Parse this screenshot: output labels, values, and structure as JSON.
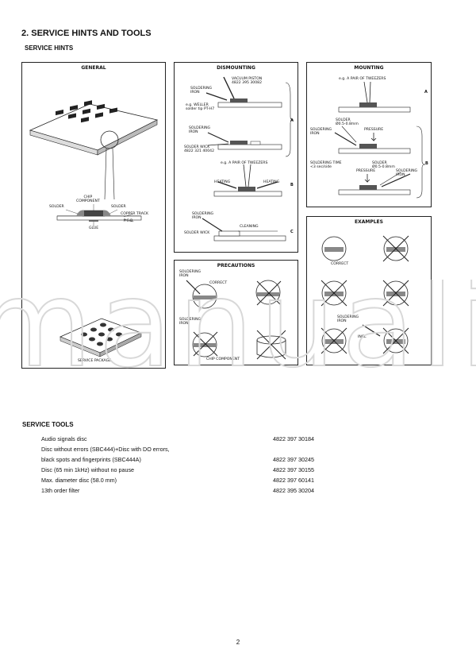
{
  "section_title": "2. SERVICE HINTS AND TOOLS",
  "hints_title": "SERVICE HINTS",
  "panels": {
    "general": {
      "title": "GENERAL",
      "labels": {
        "chip_component": "CHIP\nCOMPONENT",
        "solder_left": "SOLDER",
        "solder_right": "SOLDER",
        "copper_track": "COPPER TRACK",
        "pcb": "P.C.B.",
        "glue": "GLUE",
        "service_package": "SERVICE PACKAGE"
      }
    },
    "dismounting": {
      "title": "DISMOUNTING",
      "labels": {
        "vacuum_piston": "VACUUM PISTON\n4822 395 30082",
        "soldering_iron_1": "SOLDERING\nIRON",
        "weller": "e.g. WELLER\nsolder tip PT-H7",
        "soldering_iron_2": "SOLDERING\nIRON",
        "solder_wick_1": "SOLDER WICK\n4822 321 40042",
        "tweezers": "e.g. A PAIR OF TWEEZERS",
        "heating_left": "HEATING",
        "heating_right": "HEATING",
        "soldering_iron_3": "SOLDERING\nIRON",
        "solder_wick_2": "SOLDER WICK",
        "cleaning": "CLEANING"
      },
      "steps": [
        "A",
        "B",
        "C"
      ]
    },
    "mounting": {
      "title": "MOUNTING",
      "labels": {
        "tweezers": "e.g. A PAIR OF TWEEZERS",
        "solder": "SOLDER\nØ0.5-0.8mm",
        "soldering_iron_1": "SOLDERING\nIRON",
        "pressure_1": "PRESSURE",
        "soldering_time": "SOLDERING TIME\n<3 sec/side",
        "solder_2": "SOLDER\nØ0.5-0.8mm",
        "pressure_2": "PRESSURE",
        "soldering_iron_2": "SOLDERING\nIRON"
      },
      "steps": [
        "A",
        "B"
      ]
    },
    "precautions": {
      "title": "PRECAUTIONS",
      "labels": {
        "soldering_iron_1": "SOLDERING\nIRON",
        "correct": "CORRECT",
        "soldering_iron_2": "SOLDERING\nIRON",
        "chip_component": "CHIP COMPONENT"
      }
    },
    "examples": {
      "title": "EXAMPLES",
      "labels": {
        "correct": "CORRECT",
        "soldering_iron": "SOLDERING\nIRON",
        "incl": "INCL"
      }
    }
  },
  "watermark_text": "manuali",
  "tools_title": "SERVICE TOOLS",
  "tools": [
    {
      "name": "Audio signals disc",
      "code": "4822 397 30184"
    },
    {
      "name": "Disc without errors (SBC444)+Disc with DO errors,",
      "code": ""
    },
    {
      "name": "black spots and fingerprints (SBC444A)",
      "code": "4822 397 30245"
    },
    {
      "name": "Disc (65 min 1kHz) without no pause",
      "code": "4822 397 30155"
    },
    {
      "name": "Max. diameter disc (58.0 mm)",
      "code": "4822 397 60141"
    },
    {
      "name": "13th order filter",
      "code": "4822 395 30204"
    }
  ],
  "page_number": "2"
}
